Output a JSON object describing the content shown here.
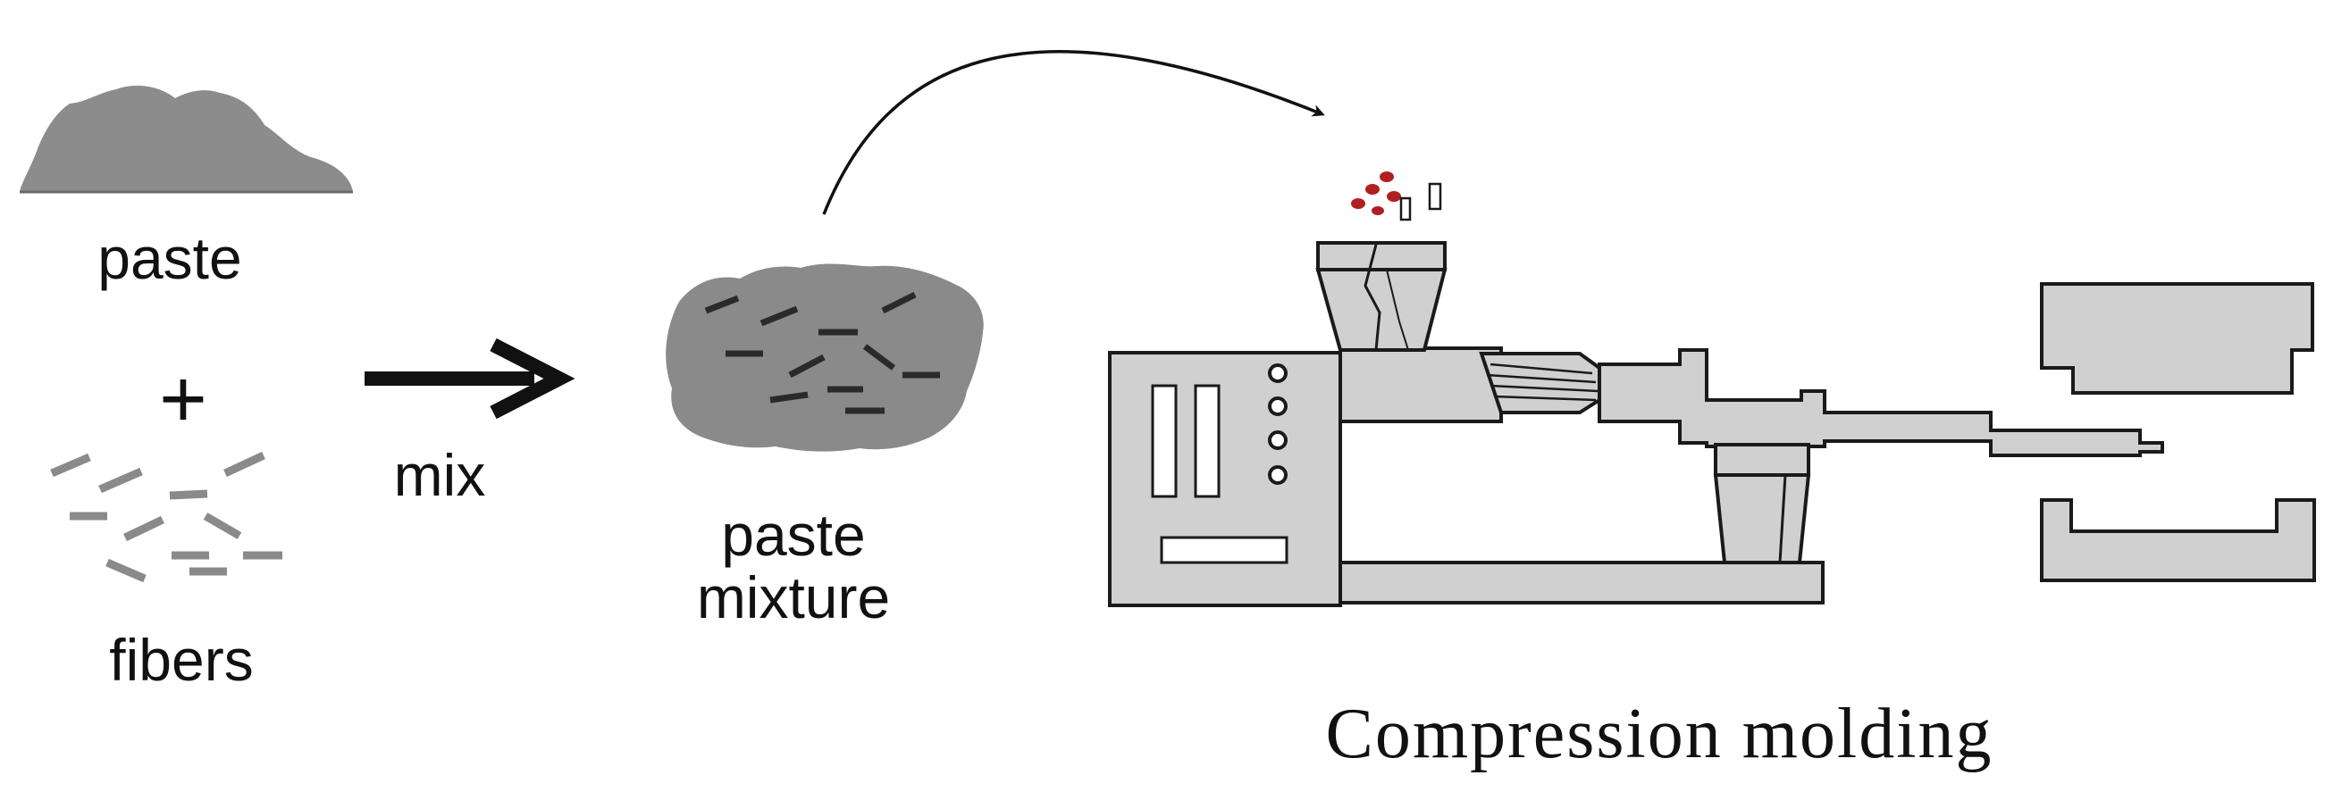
{
  "labels": {
    "paste": "paste",
    "plus": "+",
    "fibers": "fibers",
    "mix": "mix",
    "paste_mixture_line1": "paste",
    "paste_mixture_line2": "mixture",
    "process": "Compression molding"
  },
  "colors": {
    "paste_gray": "#8c8c8c",
    "mixture_gray": "#8a8a8a",
    "machine_fill": "#d0d0d0",
    "outline": "#1a1a1a",
    "fiber_loose": "#8a8a8a",
    "fiber_embedded": "#2a2a2a",
    "pellet_red": "#b02020"
  },
  "icons": {
    "paste_blob": "paste-blob-icon",
    "fibers": "fibers-icon",
    "mix_arrow": "right-arrow-icon",
    "mixture_blob": "paste-mixture-icon",
    "feed_arrow": "curved-arrow-icon",
    "pellets": "pellets-icon",
    "machine": "injection-machine-icon",
    "mold_top": "mold-upper-half-icon",
    "mold_bottom": "mold-lower-half-icon"
  }
}
